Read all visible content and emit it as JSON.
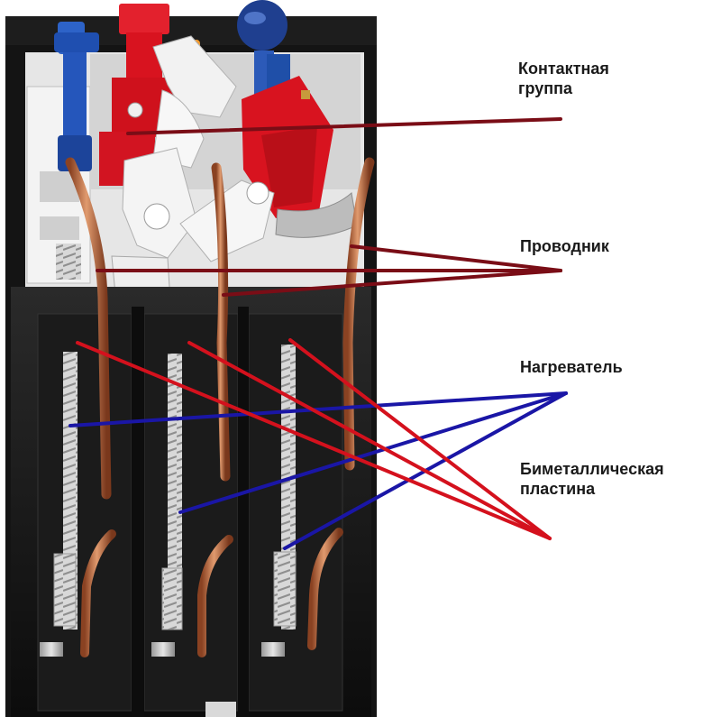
{
  "labels": {
    "contact_group_line1": "Контактная",
    "contact_group_line2": "группа",
    "conductor": "Проводник",
    "heater": "Нагреватель",
    "bimetal_line1": "Биметаллическая",
    "bimetal_line2": "пластина"
  },
  "colors": {
    "contact_group_leader": "#7a0d16",
    "conductor_leader": "#7a0d16",
    "heater_leader": "#1a16a6",
    "bimetal_leader": "#d4111d",
    "label_text": "#1a1a1a",
    "copper": "#c06a3c",
    "housing_dark": "#151515",
    "housing_light": "#efefef",
    "handle_red": "#d8131f",
    "handle_blue": "#1f4fb0",
    "knob_dark_blue": "#1f3f8f"
  }
}
